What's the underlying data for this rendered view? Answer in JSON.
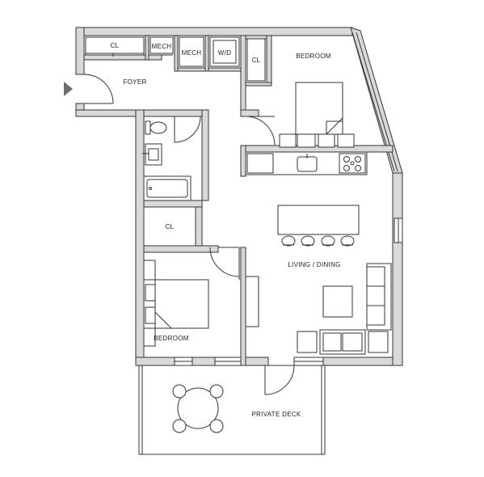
{
  "labels": {
    "cl_top": "CL",
    "mech": "MECH",
    "mech_2": "MECH",
    "wd": "W/D",
    "cl_right": "CL",
    "bedroom_top": "BEDROOM",
    "foyer": "FOYER",
    "cl_mid": "CL",
    "living_dining": "LIVING / DINING",
    "bedroom_bottom": "BEDROOM",
    "private_deck": "PRIVATE DECK"
  },
  "colors": {
    "wall_fill": "#d9d9d9",
    "line": "#333333",
    "entry_arrow": "#6b6b75"
  },
  "icons": [
    "entry-arrow-icon",
    "toilet-icon",
    "sink-icon",
    "bathtub-icon",
    "stove-icon",
    "bed-icon",
    "sofa-icon",
    "dining-chair-icon"
  ]
}
